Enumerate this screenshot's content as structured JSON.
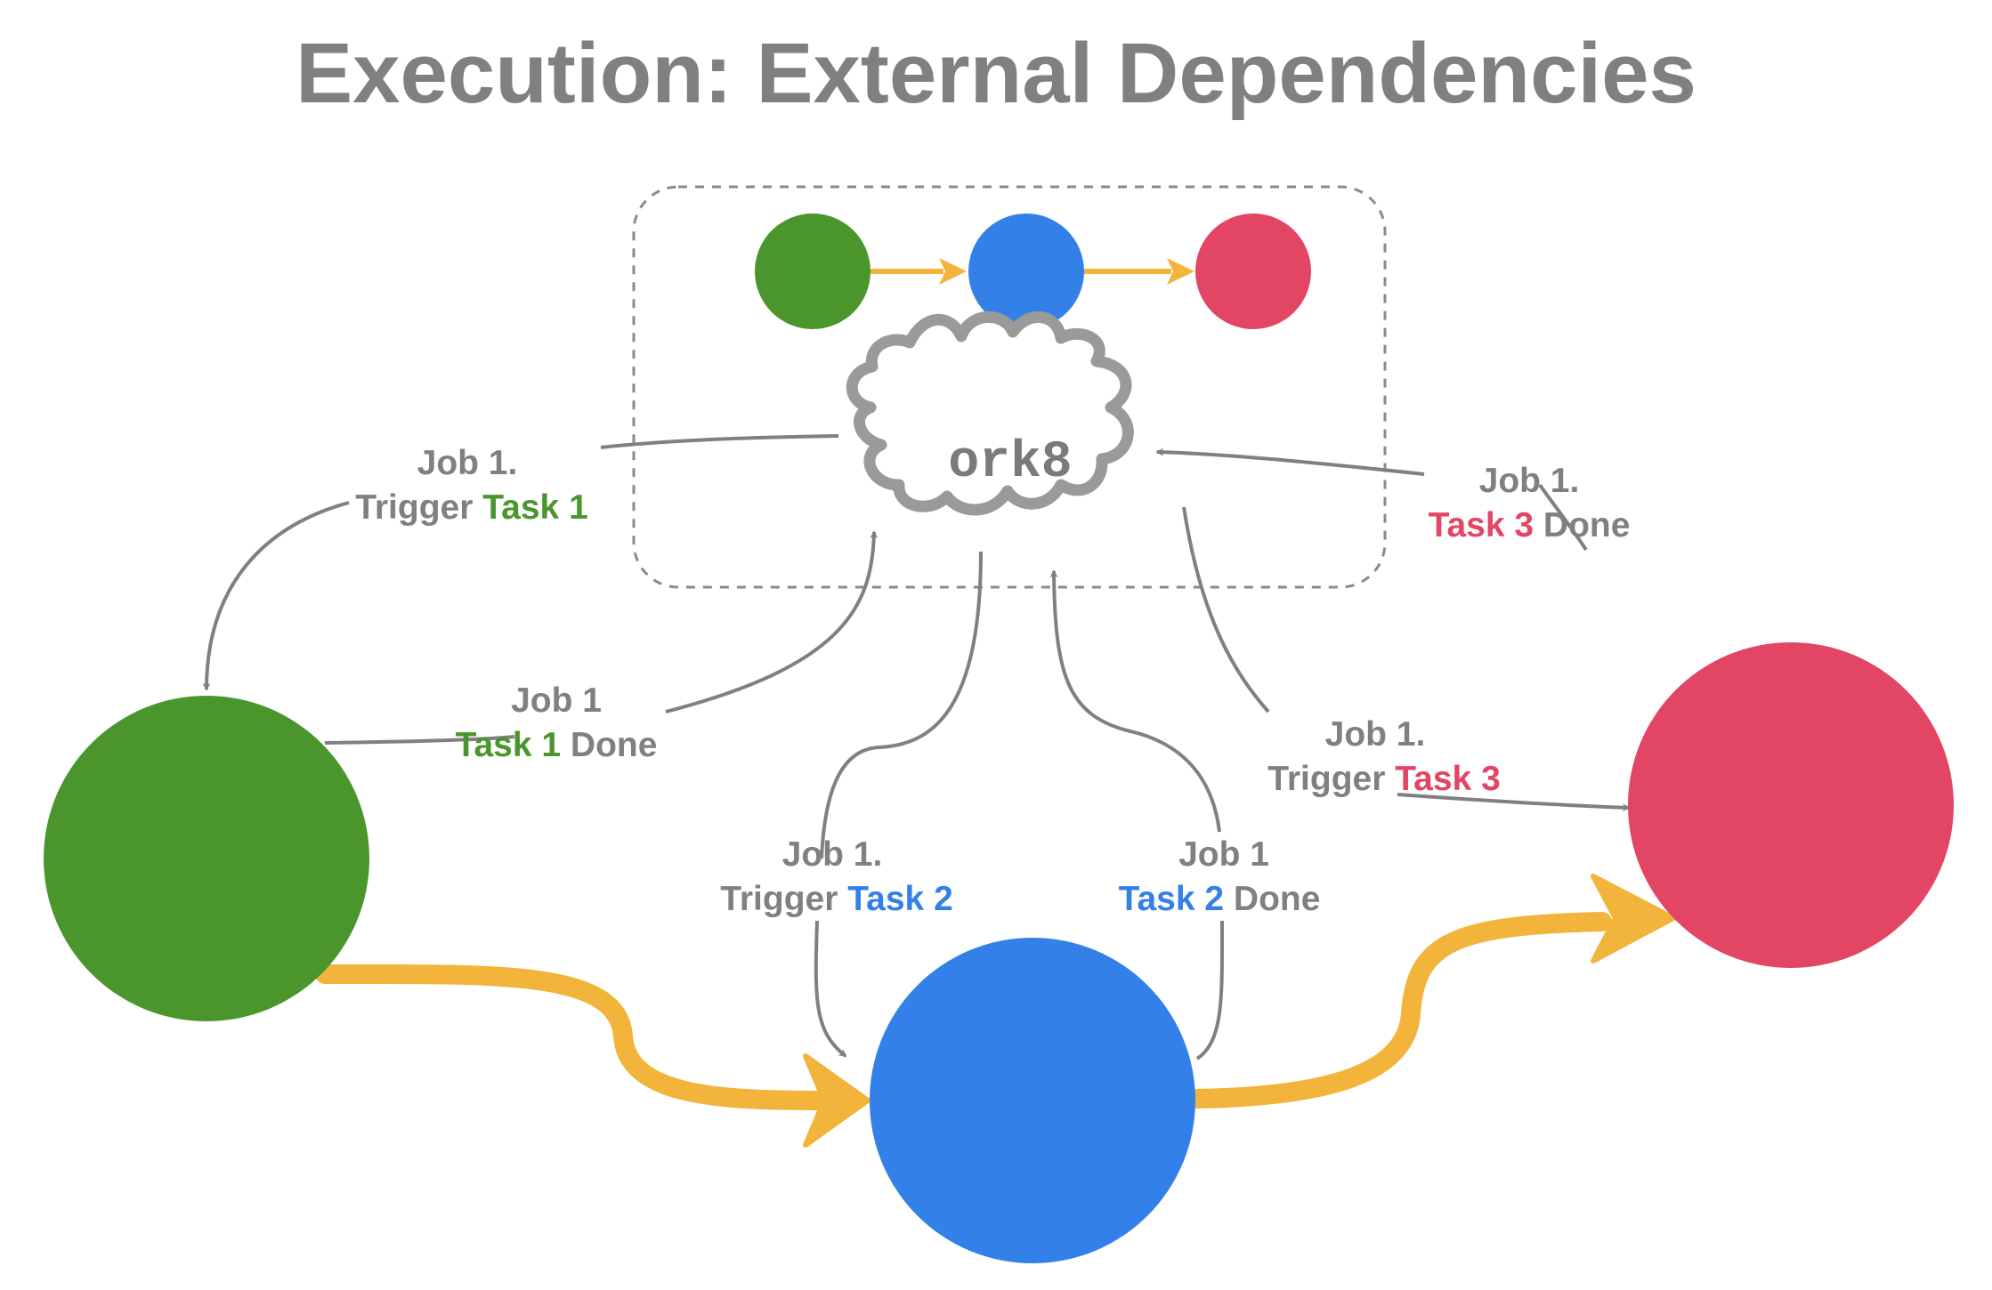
{
  "title": "Execution: External Dependencies",
  "orchestrator": {
    "label": "ork8"
  },
  "colors": {
    "task1": "#4A962D",
    "task2": "#3381E8",
    "task3": "#E34564",
    "flow": "#F2B43A",
    "message": "#808080",
    "label": "#808080"
  },
  "labels": {
    "trigger_task1": {
      "line1": "Job 1.",
      "prefix": "Trigger ",
      "task": "Task 1",
      "suffix": ""
    },
    "task1_done": {
      "line1": "Job 1",
      "prefix": "",
      "task": "Task 1",
      "suffix": " Done"
    },
    "trigger_task2": {
      "line1": "Job 1.",
      "prefix": "Trigger ",
      "task": "Task 2",
      "suffix": ""
    },
    "task2_done": {
      "line1": "Job 1",
      "prefix": "",
      "task": "Task 2",
      "suffix": " Done"
    },
    "trigger_task3": {
      "line1": "Job 1.",
      "prefix": "Trigger ",
      "task": "Task 3",
      "suffix": ""
    },
    "task3_done": {
      "line1": "Job 1.",
      "prefix": "",
      "task": "Task 3",
      "suffix": " Done"
    }
  }
}
